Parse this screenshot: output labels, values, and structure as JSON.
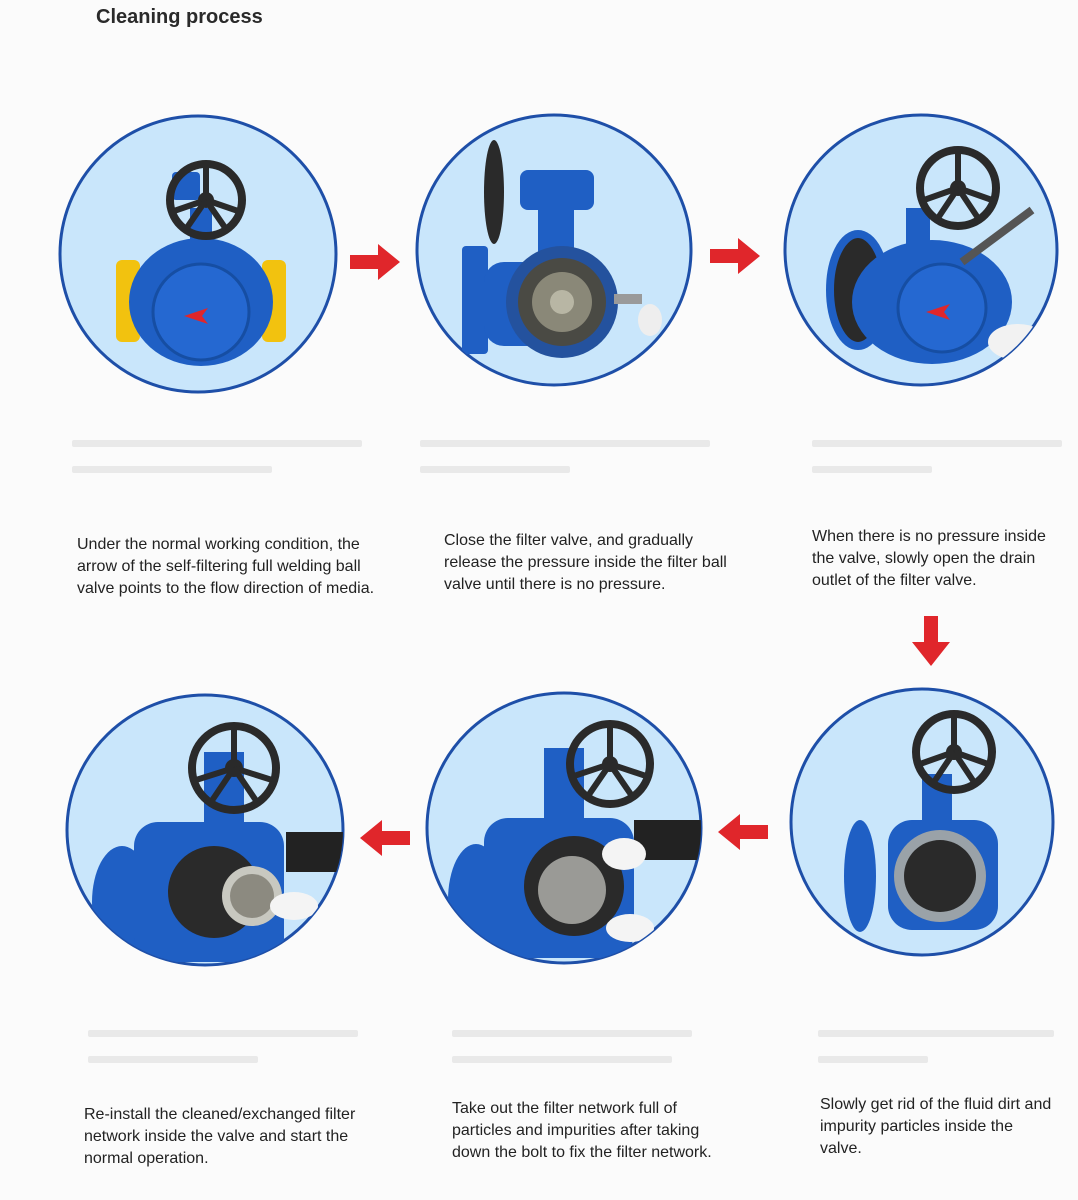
{
  "page_title": "Cleaning process",
  "colors": {
    "valve_blue": "#1f5fc4",
    "sky": "#c9e6fb",
    "arrow_red": "#e0262b",
    "handwheel": "#2a2a2a",
    "flange_yellow": "#f2c20f"
  },
  "arrow_icon": "red-arrow-icon",
  "steps": [
    {
      "caption": "Under the normal working condition, the arrow of the self-filtering full welding ball valve points to the flow direction of media."
    },
    {
      "caption": "Close the filter valve, and gradually release the pressure inside the filter ball valve until  there is no pressure."
    },
    {
      "caption": "When there is no pressure inside the valve, slowly open the drain outlet of the filter valve."
    },
    {
      "caption": "Slowly get rid of the fluid dirt and impurity particles inside the valve."
    },
    {
      "caption": "Take out the filter network full of particles and impurities after taking down the bolt to fix the filter network."
    },
    {
      "caption": "Re-install the cleaned/exchanged filter network inside the valve and start the normal operation."
    }
  ]
}
